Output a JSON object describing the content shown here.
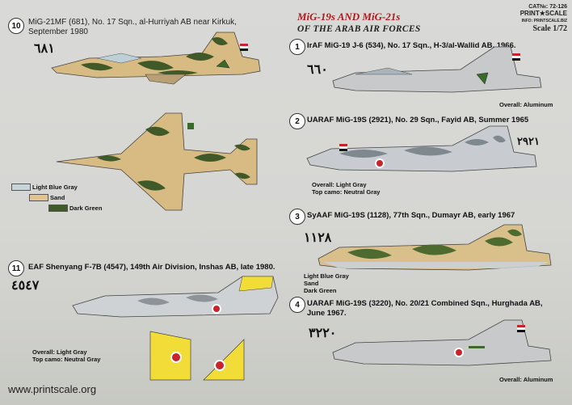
{
  "header": {
    "title_line1": "MiG-19s AND MiG-21s",
    "title_line2": "OF THE ARAB AIR FORCES",
    "cat_no": "CAT№: 72-126",
    "brand": "PRINT★SCALE",
    "brand_url": "INFO: PRINTSCALE.BIZ",
    "scale": "Scale 1/72"
  },
  "profiles": [
    {
      "number": "10",
      "caption": "MiG-21MF (681), No. 17 Sqn., al-Hurriyah AB near Kirkuk,",
      "caption2": "September 1980",
      "serial_arabic": "٦٨١"
    },
    {
      "number": "1",
      "caption": "IrAF MiG-19 J-6 (534), No. 17 Sqn., H-3/al-Wallid AB, 1966.",
      "serial_arabic": "٦٦٠",
      "note": "Overall: Aluminum"
    },
    {
      "number": "2",
      "caption": "UARAF MiG-19S (2921), No. 29 Sqn., Fayid AB, Summer 1965",
      "note1": "Overall: Light Gray",
      "note2": "Top camo: Neutral Gray",
      "serial_arabic": "٢٩٢١"
    },
    {
      "number": "3",
      "caption": "SyAAF MiG-19S (1128), 77th Sqn., Dumayr AB, early 1967",
      "serial_arabic": "١١٢٨",
      "legend": [
        "Light Blue Gray",
        "Sand",
        "Dark Green"
      ]
    },
    {
      "number": "11",
      "caption": "EAF Shenyang F-7B (4547), 149th Air Division, Inshas AB, late 1980.",
      "serial_arabic": "٤٥٤٧",
      "note1": "Overall: Light Gray",
      "note2": "Top camo: Neutral Gray"
    },
    {
      "number": "4",
      "caption": "UARAF MiG-19S (3220), No. 20/21 Combined Sqn., Hurghada AB,",
      "caption2": "June 1967.",
      "serial_arabic": "٣٢٢٠",
      "note": "Overall: Aluminum"
    }
  ],
  "legend": [
    {
      "label": "Light Blue Gray",
      "color": "#c9d3da"
    },
    {
      "label": "Sand",
      "color": "#e3c48e"
    },
    {
      "label": "Dark Green",
      "color": "#3f5a28"
    }
  ],
  "footer": {
    "url": "www.printscale.org"
  }
}
